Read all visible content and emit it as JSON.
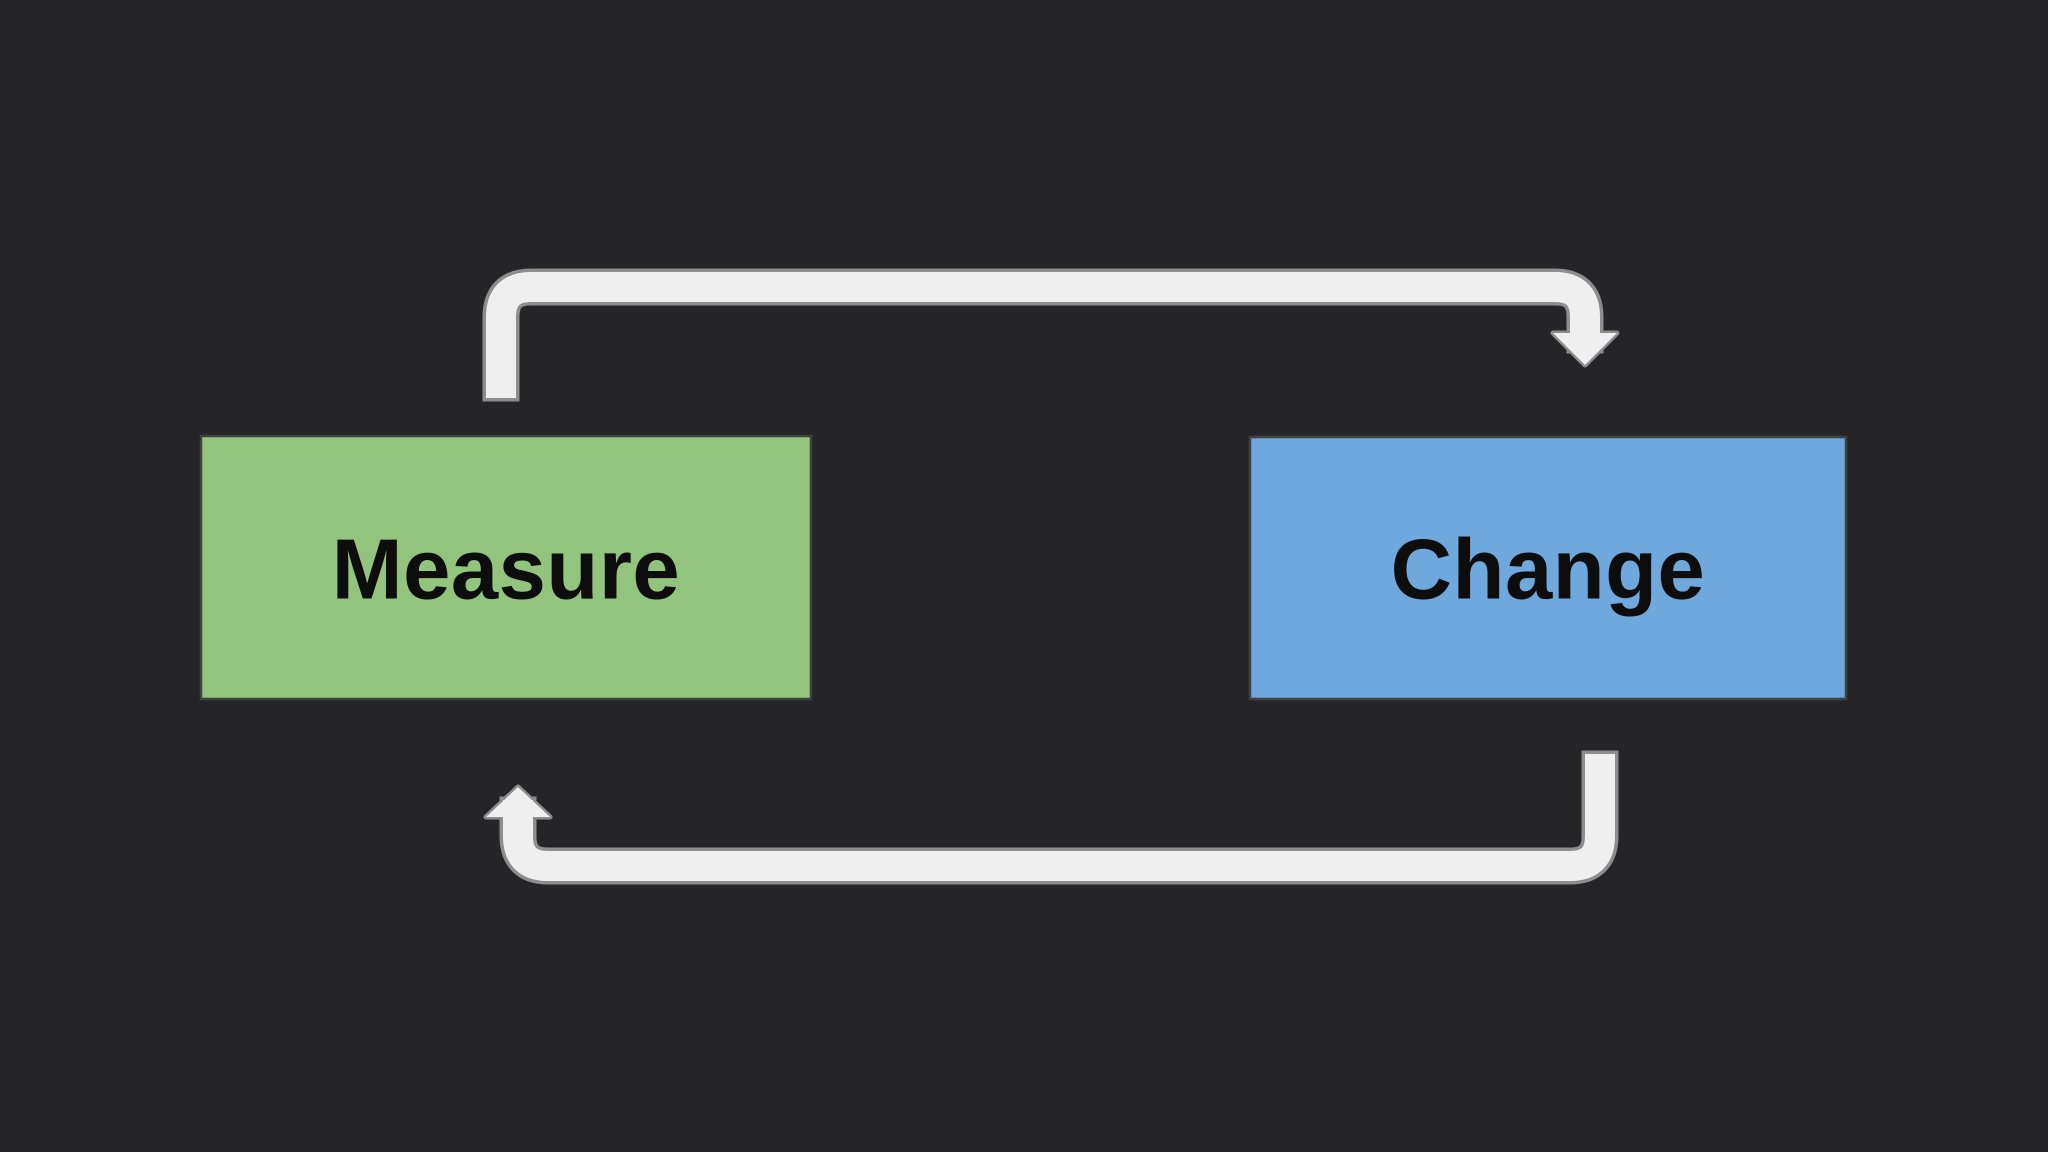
{
  "canvas": {
    "background": "#252528"
  },
  "diagram": {
    "nodes": [
      {
        "id": "measure",
        "label": "Measure",
        "color": "#93c47d"
      },
      {
        "id": "change",
        "label": "Change",
        "color": "#6fa8dc"
      }
    ],
    "edges": [
      {
        "from": "Measure",
        "to": "Change",
        "direction": "top-loop-right-down"
      },
      {
        "from": "Change",
        "to": "Measure",
        "direction": "bottom-loop-left-up"
      }
    ],
    "arrow": {
      "fill_color": "#efefef",
      "outline_color": "#8d8d8d"
    }
  }
}
